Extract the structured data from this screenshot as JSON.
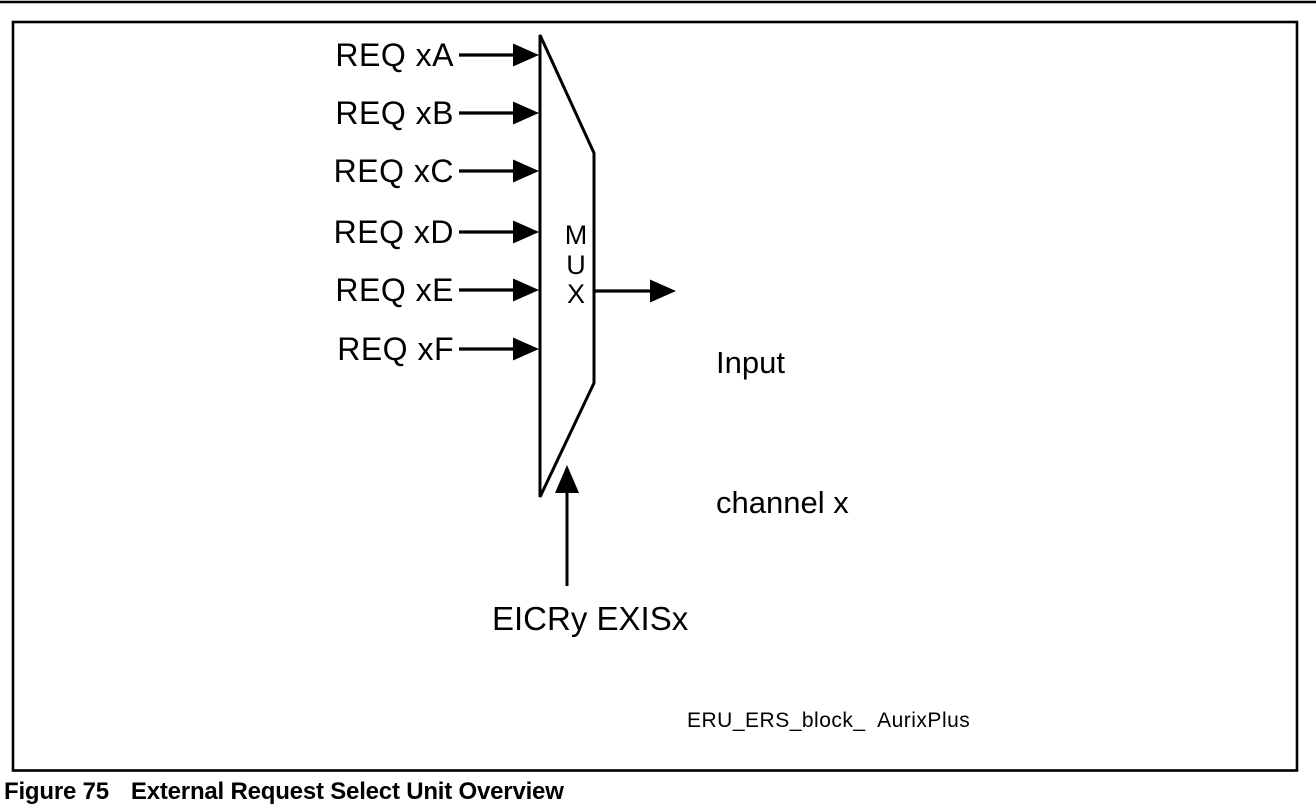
{
  "page": {
    "background_color": "#ffffff",
    "line_color": "#000000"
  },
  "diagram": {
    "inputs": [
      "REQ xA",
      "REQ xB",
      "REQ xC",
      "REQ xD",
      "REQ xE",
      "REQ xF"
    ],
    "mux": {
      "letters": [
        "M",
        "U",
        "X"
      ]
    },
    "output": {
      "line1": "Input",
      "line2": "channel x"
    },
    "select_signal": "EICRy EXISx",
    "watermark": "ERU_ERS_block_  AurixPlus"
  },
  "caption": {
    "number": "Figure 75",
    "title": "External Request Select Unit Overview"
  }
}
